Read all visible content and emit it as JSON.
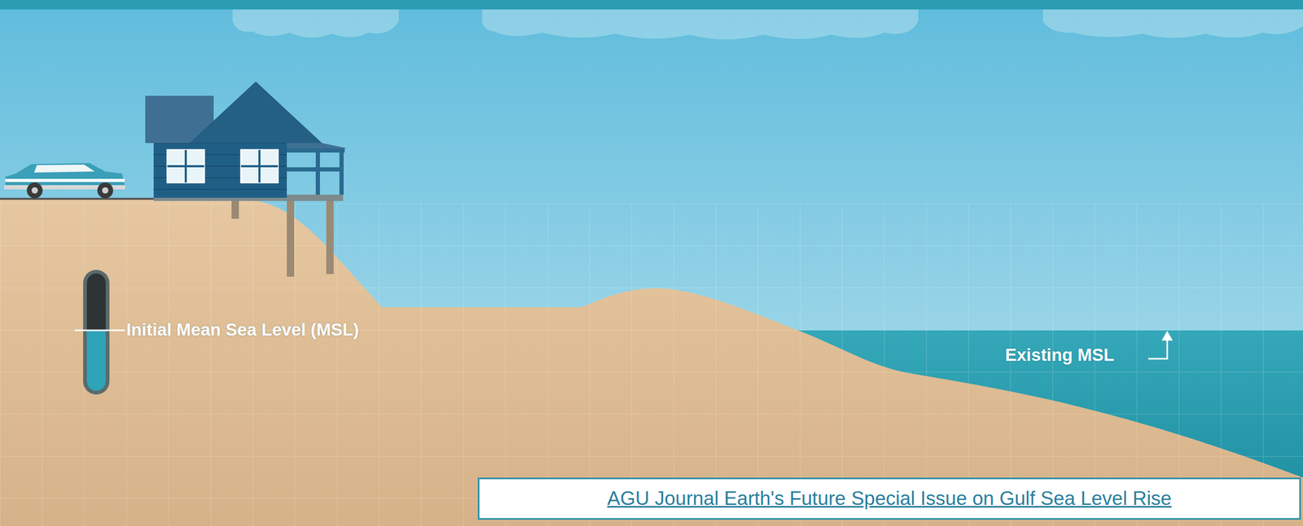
{
  "diagram": {
    "nodes": [
      {
        "text": [
          "AGU Journal Earth's Future Special Issue on Gulf Sea Level Rise"
        ]
      }
    ],
    "labels": [
      "Initial Mean Sea Level (MSL)",
      "Existing MSL"
    ]
  }
}
